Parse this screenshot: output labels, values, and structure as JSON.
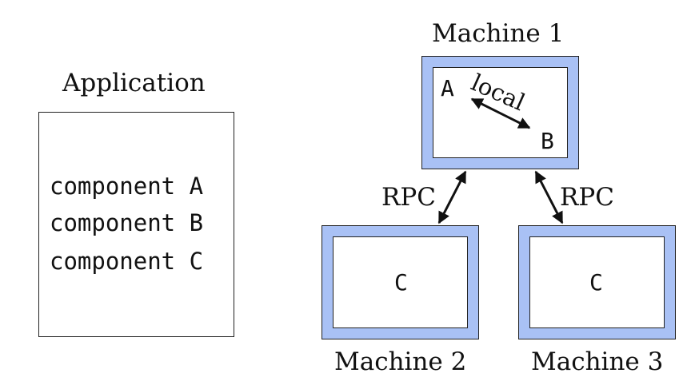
{
  "application": {
    "title": "Application",
    "components": [
      "component A",
      "component B",
      "component C"
    ]
  },
  "machines": [
    {
      "title": "Machine 1",
      "nodes": [
        "A",
        "B"
      ],
      "link_label": "local"
    },
    {
      "title": "Machine 2",
      "nodes": [
        "C"
      ]
    },
    {
      "title": "Machine 3",
      "nodes": [
        "C"
      ]
    }
  ],
  "links": [
    {
      "from": "Machine 1",
      "to": "Machine 2",
      "label": "RPC"
    },
    {
      "from": "Machine 1",
      "to": "Machine 3",
      "label": "RPC"
    }
  ],
  "colors": {
    "machine_fill": "#a9c1f5",
    "outline": "#222222"
  }
}
